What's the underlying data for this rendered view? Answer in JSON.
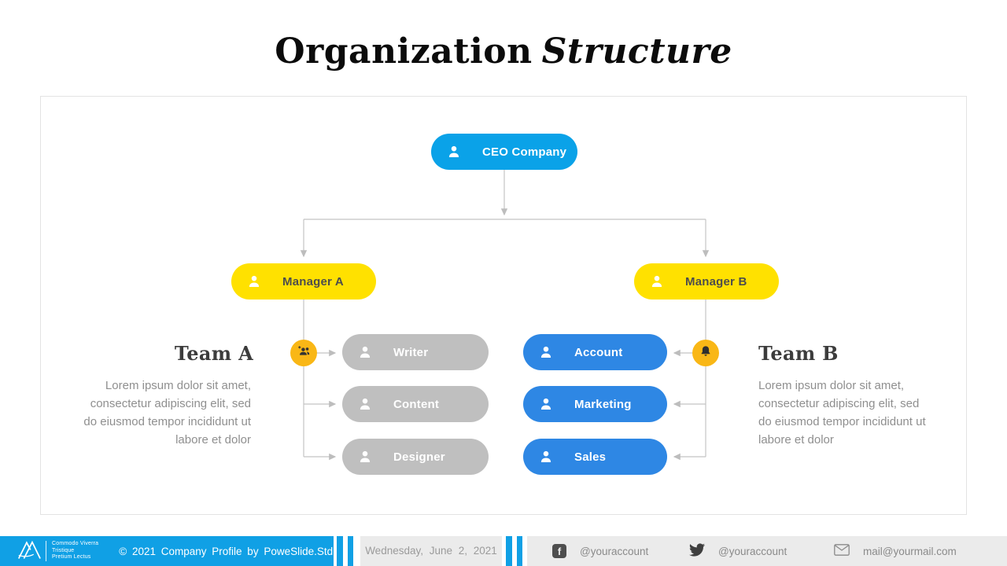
{
  "slide": {
    "title_regular": "Organization",
    "title_italic": "Structure"
  },
  "org": {
    "ceo_label": "CEO Company",
    "manager_a_label": "Manager A",
    "manager_b_label": "Manager B",
    "team_a": {
      "heading": "Team A",
      "description": "Lorem ipsum dolor sit amet, consectetur adipiscing elit, sed do eiusmod tempor incididunt ut labore et dolor",
      "members": [
        "Writer",
        "Content",
        "Designer"
      ]
    },
    "team_b": {
      "heading": "Team B",
      "description": "Lorem ipsum dolor sit amet, consectetur adipiscing elit, sed do eiusmod tempor incididunt ut labore et dolor",
      "members": [
        "Account",
        "Marketing",
        "Sales"
      ]
    }
  },
  "footer": {
    "logo_text_lines": [
      "Commodo Viverra",
      "Tristique",
      "Pretium Lectus"
    ],
    "copyright": "© 2021 Company Profile by PoweSlide.Std",
    "date": "Wednesday, June 2, 2021",
    "facebook_handle": "@youraccount",
    "twitter_handle": "@youraccount",
    "email": "mail@yourmail.com"
  },
  "colors": {
    "ceo_blue": "#0aa2e8",
    "team_blue": "#2e87e4",
    "manager_yellow": "#ffe100",
    "badge_amber": "#f9b716",
    "member_gray": "#bfbfbf",
    "connector_gray": "#c2c2c2",
    "footer_blue": "#10a0e5"
  }
}
